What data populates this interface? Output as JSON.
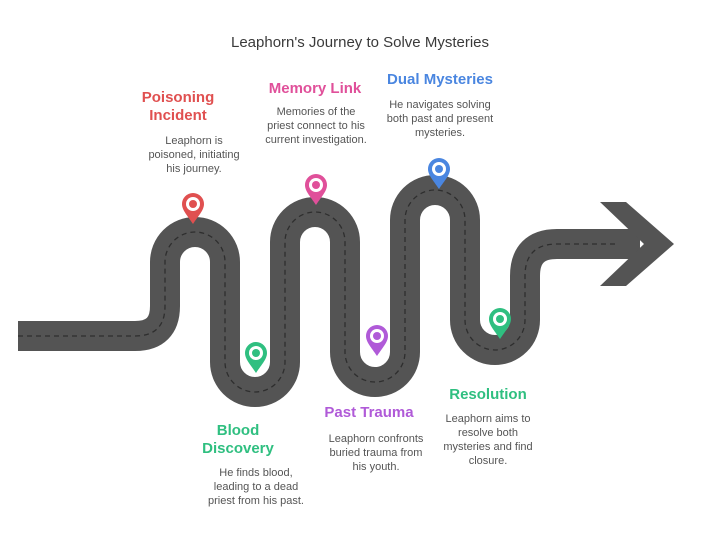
{
  "title": "Leaphorn's Journey to Solve Mysteries",
  "colors": {
    "road": "#545454",
    "road_dash": "#2e2e2e",
    "poisoning": "#e05050",
    "memory": "#e0509a",
    "dual": "#4a86e0",
    "blood": "#2fbf80",
    "trauma": "#b05ad8",
    "resolution": "#2fbf80"
  },
  "events": {
    "poisoning": {
      "title": "Poisoning Incident",
      "desc": "Leaphorn is poisoned, initiating his journey.",
      "icon": "map-pin-icon"
    },
    "memory": {
      "title": "Memory Link",
      "desc": "Memories of the priest connect to his current investigation.",
      "icon": "map-pin-icon"
    },
    "dual": {
      "title": "Dual Mysteries",
      "desc": "He navigates solving both past and present mysteries.",
      "icon": "map-pin-icon"
    },
    "blood": {
      "title": "Blood Discovery",
      "desc": "He finds blood, leading to a dead priest from his past.",
      "icon": "map-pin-icon"
    },
    "trauma": {
      "title": "Past Trauma",
      "desc": "Leaphorn confronts buried trauma from his youth.",
      "icon": "map-pin-icon"
    },
    "resolution": {
      "title": "Resolution",
      "desc": "Leaphorn aims to resolve both mysteries and find closure.",
      "icon": "map-pin-icon"
    }
  }
}
